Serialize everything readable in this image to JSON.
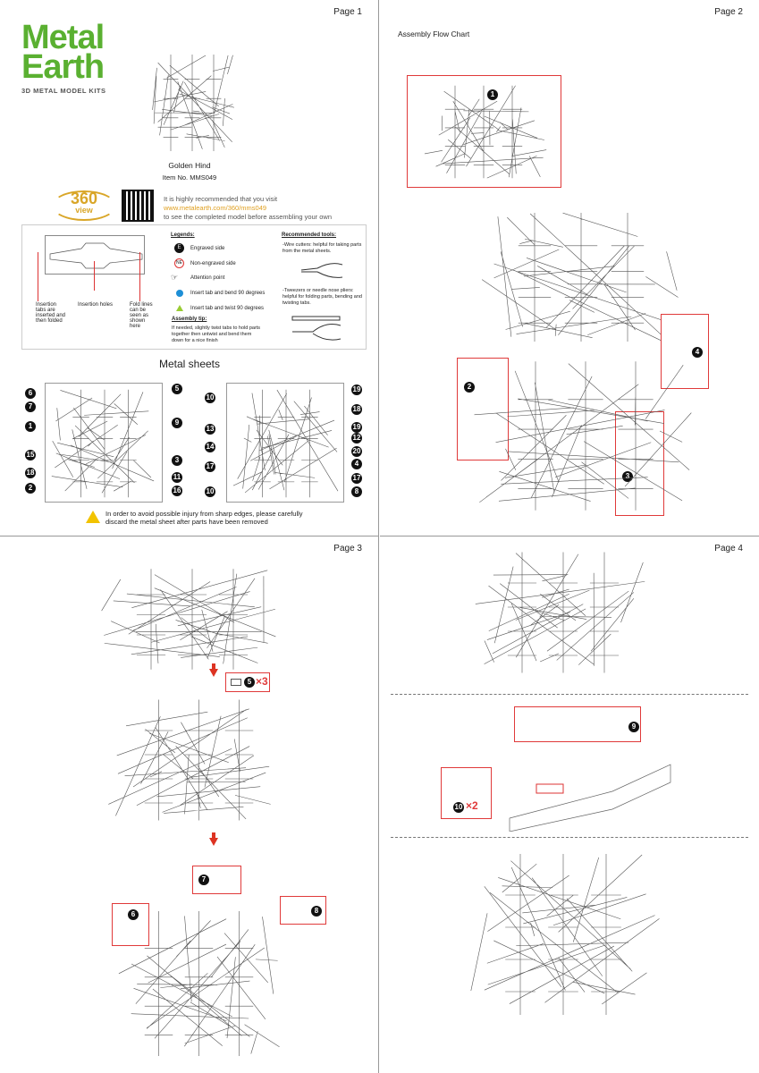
{
  "pages": [
    {
      "label": "Page 1"
    },
    {
      "label": "Page 2"
    },
    {
      "label": "Page 3"
    },
    {
      "label": "Page 4"
    }
  ],
  "cover": {
    "brand_line1": "Metal",
    "brand_line2": "Earth",
    "brand_tagline": "3D METAL MODEL KITS",
    "model_name": "Golden Hind",
    "item_no": "Item  No.  MMS049",
    "badge_360": "360",
    "badge_view": "view",
    "visit_line1": "It is highly recommended that you visit",
    "visit_url": "www.metalearth.com/360/mms049",
    "visit_line2": "to see the completed model before assembling your own"
  },
  "diagram": {
    "insertion_tabs": "Insertion tabs are inserted and then folded",
    "insertion_holes": "Insertion holes",
    "fold_lines": "Fold lines can be seen as shown here"
  },
  "legends": {
    "title": "Legends:",
    "items": [
      {
        "icon": "E",
        "label": "Engraved side"
      },
      {
        "icon": "NE",
        "label": "Non-engraved side"
      },
      {
        "icon": "hand",
        "label": "Attention point"
      },
      {
        "icon": "blue-dot",
        "label": "Insert tab and bend 90 degrees"
      },
      {
        "icon": "green-triangle",
        "label": "Insert tab and twist 90 degrees"
      }
    ],
    "tip_title": "Assembly tip:",
    "tip_text": "If needed, slightly twist tabs to hold parts together then untwist and bend them down for a nice finish"
  },
  "tools": {
    "title": "Recommended tools:",
    "wire_cutters": "-Wire cutters: helpful for taking parts from the metal sheets.",
    "tweezers": "-Tweezers or needle nose pliers: helpful for folding parts, bending and twisting tabs."
  },
  "sheets": {
    "title": "Metal sheets",
    "left_numbers_left": [
      "6",
      "7",
      "1",
      "15",
      "18",
      "2"
    ],
    "left_numbers_right": [
      "5",
      "9",
      "3",
      "11",
      "16"
    ],
    "right_numbers_left": [
      "10",
      "13",
      "14",
      "17",
      "10"
    ],
    "right_numbers_right": [
      "19",
      "18",
      "19",
      "12",
      "20",
      "4",
      "17",
      "8"
    ]
  },
  "warning": {
    "line1": "In order to avoid possible injury from sharp edges, please carefully",
    "line2": "discard the metal sheet after parts have been removed"
  },
  "page2": {
    "title": "Assembly Flow Chart",
    "callouts": [
      "1",
      "2",
      "3",
      "4"
    ]
  },
  "page3": {
    "callout_5": "5",
    "mult_5": "×3",
    "callout_7": "7",
    "callout_6": "6",
    "callout_8": "8"
  },
  "page4": {
    "callout_9": "9",
    "callout_10": "10",
    "mult_10": "×2"
  },
  "colors": {
    "brand_green": "#5ab031",
    "accent_red": "#e03a3a",
    "url_orange": "#e0a020",
    "badge_gold": "#d9a628"
  }
}
